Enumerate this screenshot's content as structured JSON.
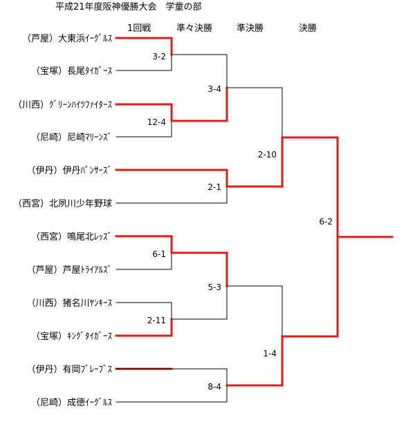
{
  "title": "平成21年度阪神優勝大会　学童の部",
  "rounds": [
    "1回戦",
    "準々決勝",
    "準決勝",
    "決勝"
  ],
  "teams": [
    "（芦屋）大東浜ｲｰｸﾞﾙｽ",
    "（宝塚）長尾ﾀｲｶﾞｰｽ",
    "（川西）ｸﾞﾘｰﾝﾊｲﾂﾌｧｲﾀｰｽ",
    "（尼崎）尼崎ﾏﾘｰﾝｽﾞ",
    "（伊丹）伊丹ﾊﾟﾝｻｰｽﾞ",
    "（西宮）北夙川少年野球",
    "（西宮）鳴尾北ﾚｯｽﾞ",
    "（芦屋）芦屋ﾄﾗｲｱﾙｽﾞ",
    "（川西）猪名川ﾔﾝｷｰｽ",
    "（宝塚）ｷﾝｸﾞﾀｲｶﾞｰｽ",
    "（伊丹）有岡ﾌﾞﾚｰﾌﾞｽ",
    "（尼崎）成徳ｲｰｸﾞﾙｽ"
  ],
  "scores": {
    "r1": [
      "3-2",
      "12-4",
      "6-1",
      "2-11"
    ],
    "qf": [
      "3-4",
      "2-1",
      "5-3",
      "8-4"
    ],
    "sf": [
      "2-10",
      "1-4"
    ],
    "final": "6-2"
  },
  "colors": {
    "winner_line": "#e31b1b",
    "loser_line": "#000000"
  }
}
